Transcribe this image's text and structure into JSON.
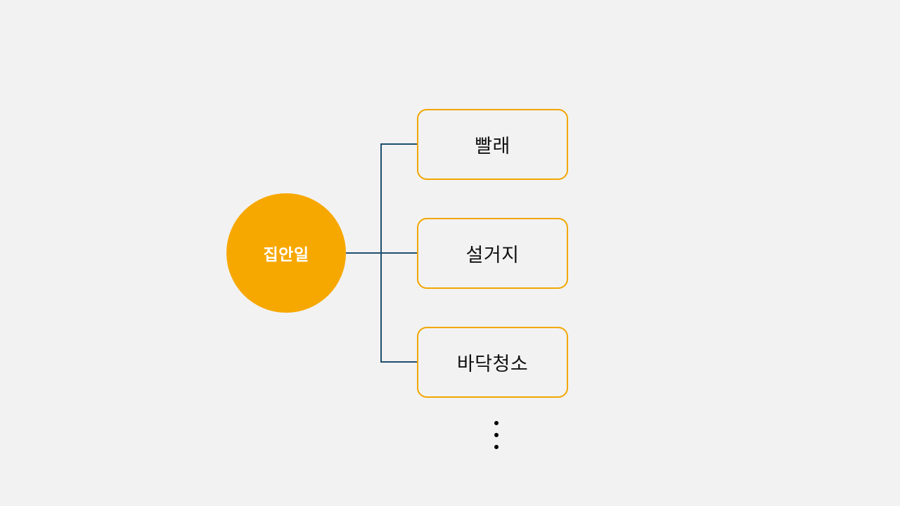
{
  "diagram": {
    "root": {
      "label": "집안일",
      "color": "#f7a800",
      "label_color": "#ffffff"
    },
    "children": [
      {
        "label": "빨래"
      },
      {
        "label": "설거지"
      },
      {
        "label": "바닥청소"
      }
    ],
    "child_border_color": "#f2a600",
    "connector_color": "#1f4e6e",
    "background_color": "#f2f2f2",
    "has_more_indicator": true
  }
}
